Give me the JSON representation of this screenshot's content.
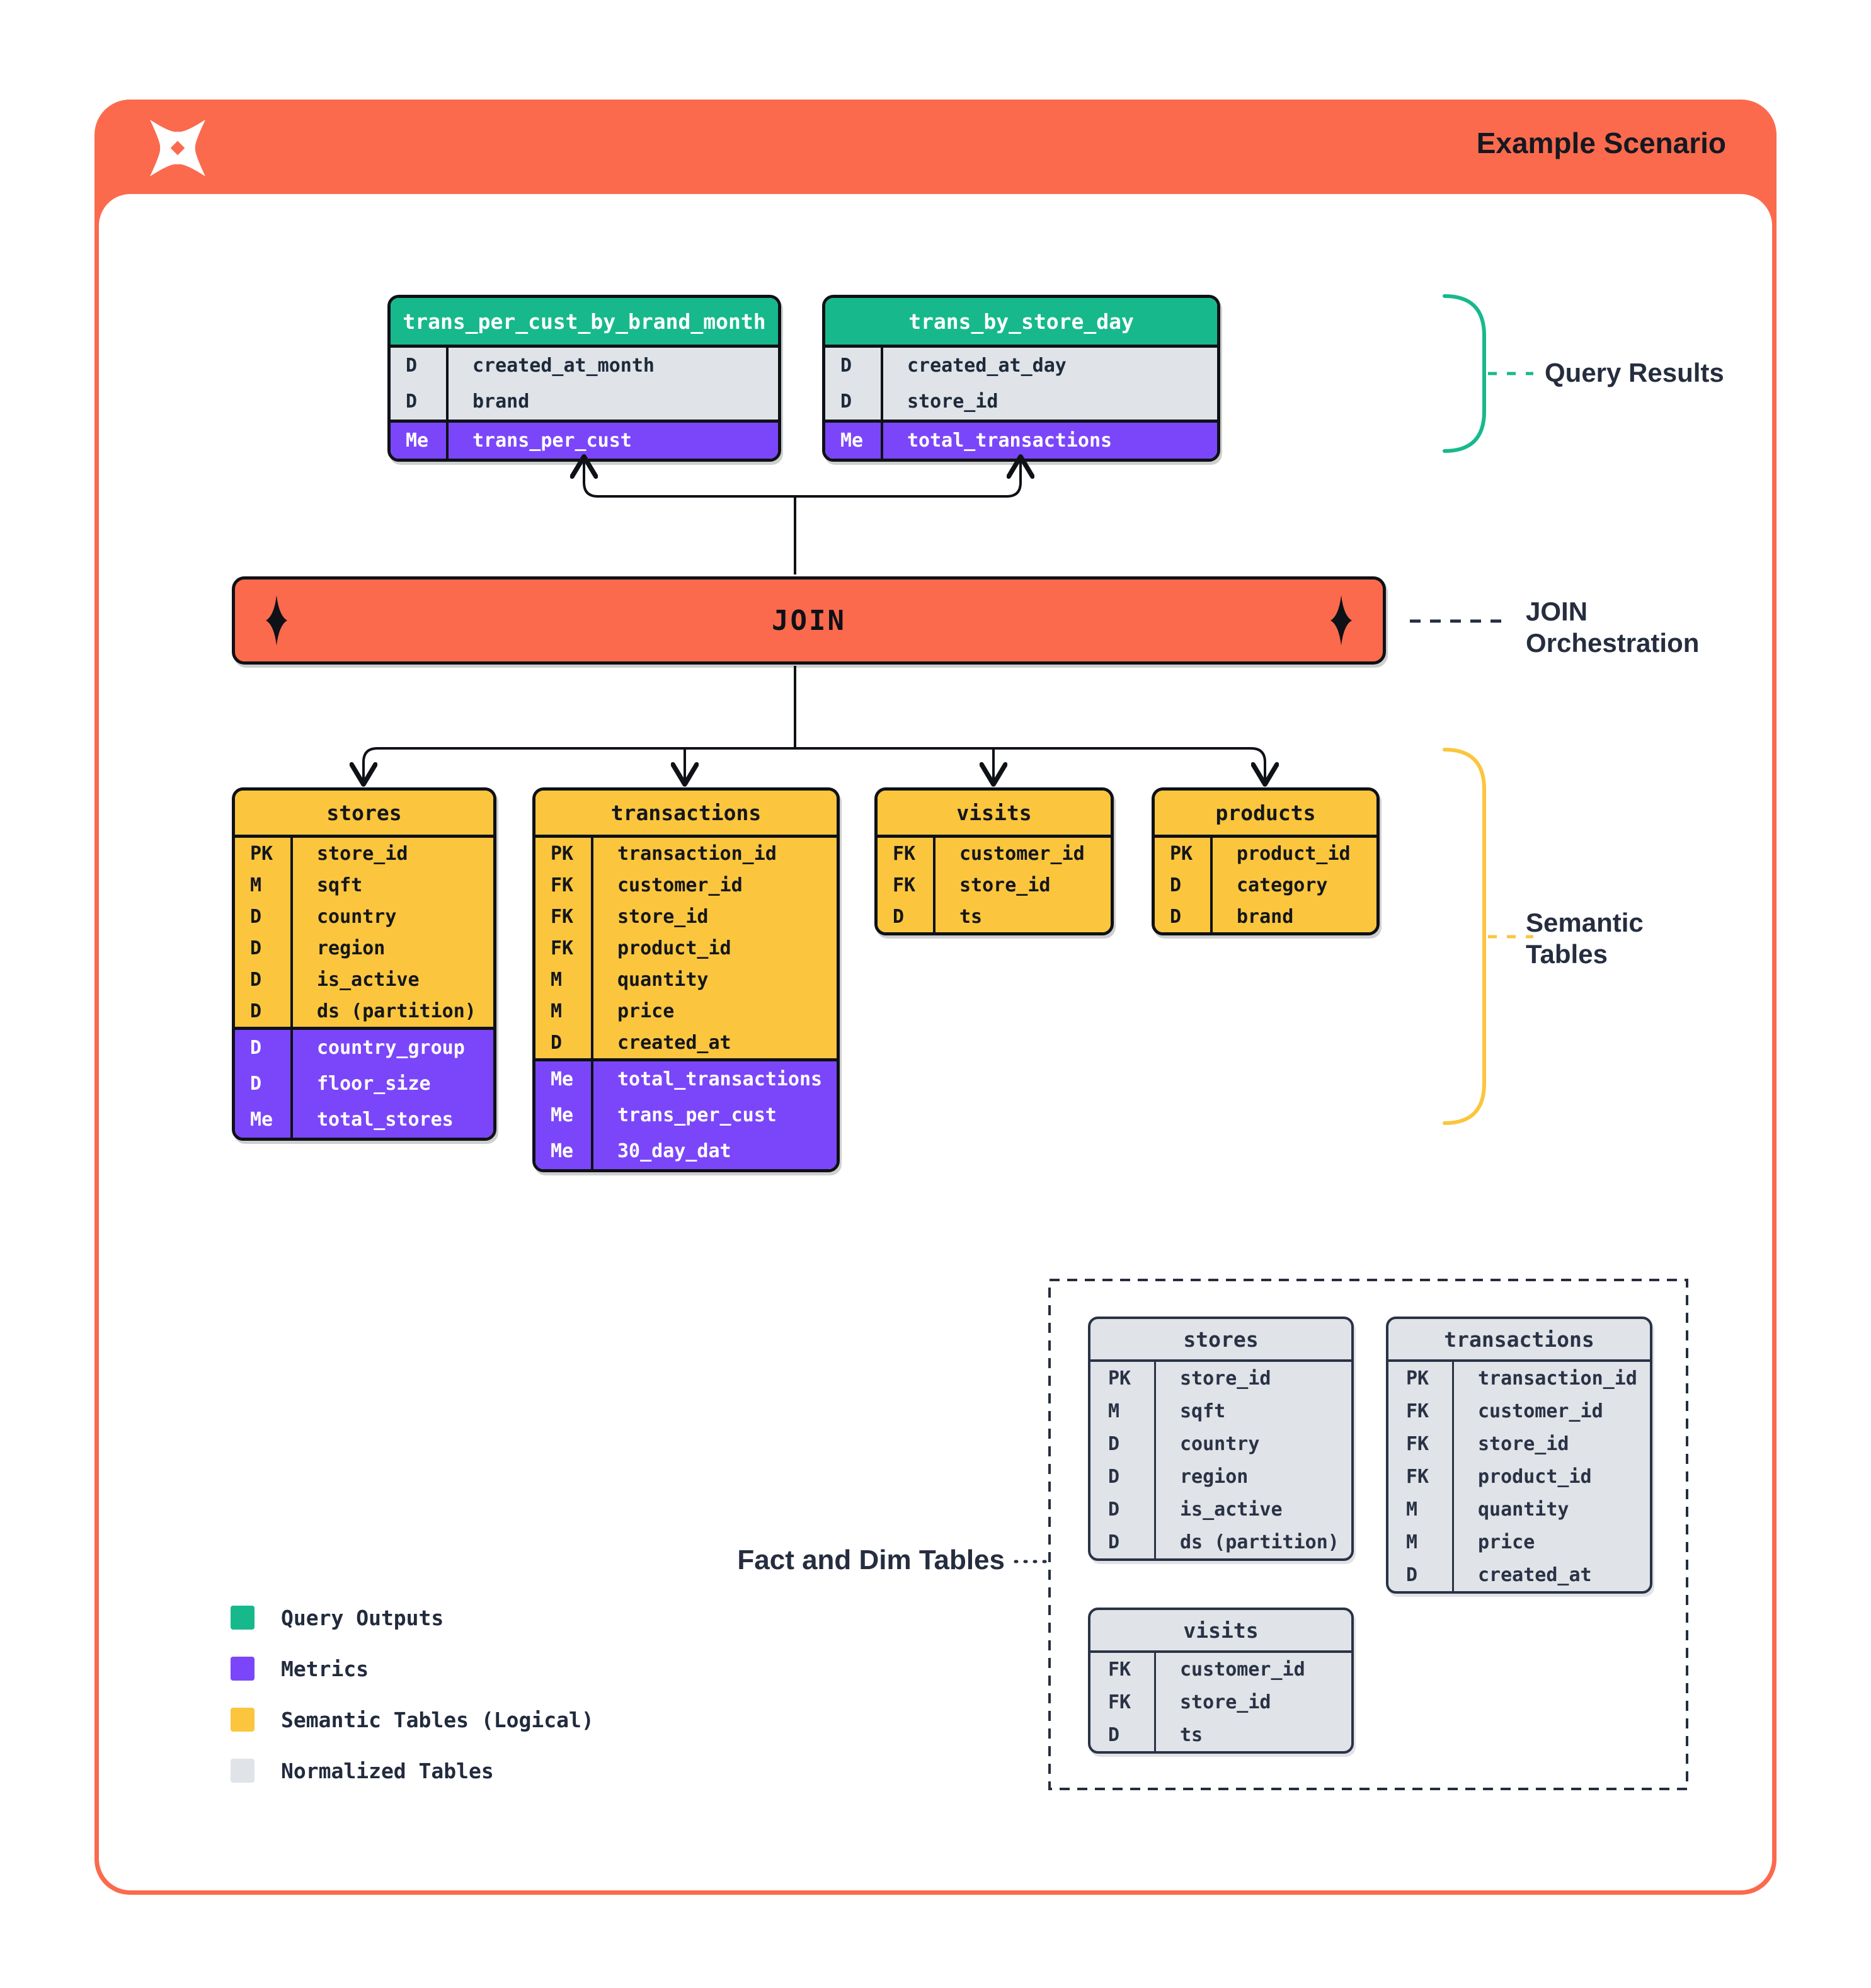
{
  "header": {
    "title": "Example Scenario",
    "logo": "spark-x-logo"
  },
  "join_bar": {
    "label": "JOIN"
  },
  "annotations": {
    "query_results": "Query Results",
    "join_orchestration": [
      "JOIN",
      "Orchestration"
    ],
    "semantic_tables": [
      "Semantic",
      "Tables"
    ],
    "fact_and_dim": "Fact and Dim Tables"
  },
  "query_tables": [
    {
      "name": "trans_per_cust_by_brand_month",
      "sections": [
        {
          "style": "gray",
          "rows": [
            {
              "key": "D",
              "field": "created_at_month"
            },
            {
              "key": "D",
              "field": "brand"
            }
          ]
        },
        {
          "style": "purple",
          "rows": [
            {
              "key": "Me",
              "field": "trans_per_cust"
            }
          ]
        }
      ]
    },
    {
      "name": "trans_by_store_day",
      "sections": [
        {
          "style": "gray",
          "rows": [
            {
              "key": "D",
              "field": "created_at_day"
            },
            {
              "key": "D",
              "field": "store_id"
            }
          ]
        },
        {
          "style": "purple",
          "rows": [
            {
              "key": "Me",
              "field": "total_transactions"
            }
          ]
        }
      ]
    }
  ],
  "semantic_tables": [
    {
      "name": "stores",
      "sections": [
        {
          "style": "yellow",
          "rows": [
            {
              "key": "PK",
              "field": "store_id"
            },
            {
              "key": "M",
              "field": "sqft"
            },
            {
              "key": "D",
              "field": "country"
            },
            {
              "key": "D",
              "field": "region"
            },
            {
              "key": "D",
              "field": "is_active"
            },
            {
              "key": "D",
              "field": "ds (partition)"
            }
          ]
        },
        {
          "style": "purple",
          "rows": [
            {
              "key": "D",
              "field": "country_group"
            },
            {
              "key": "D",
              "field": "floor_size"
            },
            {
              "key": "Me",
              "field": "total_stores"
            }
          ]
        }
      ]
    },
    {
      "name": "transactions",
      "sections": [
        {
          "style": "yellow",
          "rows": [
            {
              "key": "PK",
              "field": "transaction_id"
            },
            {
              "key": "FK",
              "field": "customer_id"
            },
            {
              "key": "FK",
              "field": "store_id"
            },
            {
              "key": "FK",
              "field": "product_id"
            },
            {
              "key": "M",
              "field": "quantity"
            },
            {
              "key": "M",
              "field": "price"
            },
            {
              "key": "D",
              "field": "created_at"
            }
          ]
        },
        {
          "style": "purple",
          "rows": [
            {
              "key": "Me",
              "field": "total_transactions"
            },
            {
              "key": "Me",
              "field": "trans_per_cust"
            },
            {
              "key": "Me",
              "field": "30_day_dat"
            }
          ]
        }
      ]
    },
    {
      "name": "visits",
      "sections": [
        {
          "style": "yellow",
          "rows": [
            {
              "key": "FK",
              "field": "customer_id"
            },
            {
              "key": "FK",
              "field": "store_id"
            },
            {
              "key": "D",
              "field": "ts"
            }
          ]
        }
      ]
    },
    {
      "name": "products",
      "sections": [
        {
          "style": "yellow",
          "rows": [
            {
              "key": "PK",
              "field": "product_id"
            },
            {
              "key": "D",
              "field": "category"
            },
            {
              "key": "D",
              "field": "brand"
            }
          ]
        }
      ]
    }
  ],
  "normalized_tables": [
    {
      "name": "stores",
      "sections": [
        {
          "style": "plain",
          "rows": [
            {
              "key": "PK",
              "field": "store_id"
            },
            {
              "key": "M",
              "field": "sqft"
            },
            {
              "key": "D",
              "field": "country"
            },
            {
              "key": "D",
              "field": "region"
            },
            {
              "key": "D",
              "field": "is_active"
            },
            {
              "key": "D",
              "field": "ds (partition)"
            }
          ]
        }
      ]
    },
    {
      "name": "transactions",
      "sections": [
        {
          "style": "plain",
          "rows": [
            {
              "key": "PK",
              "field": "transaction_id"
            },
            {
              "key": "FK",
              "field": "customer_id"
            },
            {
              "key": "FK",
              "field": "store_id"
            },
            {
              "key": "FK",
              "field": "product_id"
            },
            {
              "key": "M",
              "field": "quantity"
            },
            {
              "key": "M",
              "field": "price"
            },
            {
              "key": "D",
              "field": "created_at"
            }
          ]
        }
      ]
    },
    {
      "name": "visits",
      "sections": [
        {
          "style": "plain",
          "rows": [
            {
              "key": "FK",
              "field": "customer_id"
            },
            {
              "key": "FK",
              "field": "store_id"
            },
            {
              "key": "D",
              "field": "ts"
            }
          ]
        }
      ]
    }
  ],
  "legend": [
    {
      "label": "Query Outputs",
      "color": "#17B98C"
    },
    {
      "label": "Metrics",
      "color": "#7B46FA"
    },
    {
      "label": "Semantic Tables (Logical)",
      "color": "#FBC63D"
    },
    {
      "label": "Normalized Tables",
      "color": "#E0E3E8"
    }
  ],
  "colors": {
    "accent_orange": "#FB6A4D",
    "query_green": "#17B98C",
    "metric_purple": "#7B46FA",
    "semantic_yellow": "#FBC63D",
    "normalized_gray": "#E0E3E8",
    "ink_black": "#0E1116",
    "ink_navy": "#252D3F"
  }
}
